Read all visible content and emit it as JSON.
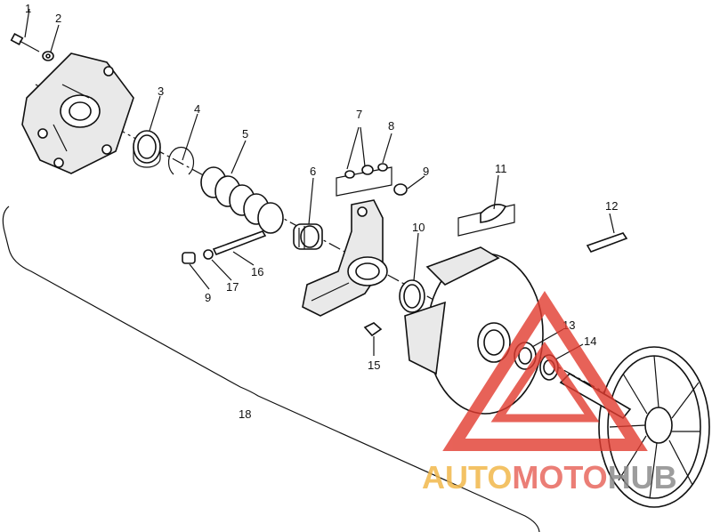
{
  "callouts": {
    "c1": "1",
    "c2": "2",
    "c3": "3",
    "c4": "4",
    "c5": "5",
    "c6": "6",
    "c7": "7",
    "c8": "8",
    "c9a": "9",
    "c9b": "9",
    "c10": "10",
    "c11": "11",
    "c12": "12",
    "c13": "13",
    "c14": "14",
    "c15": "15",
    "c16": "16",
    "c17": "17",
    "c18": "18"
  },
  "watermark": {
    "part1": "AUTO",
    "part2": "MOTO",
    "part3": "HUB",
    "colors": {
      "auto": "#f2b84b",
      "moto": "#e8685f",
      "hub": "#8c8c8c",
      "triangle": "#e23b2f"
    }
  }
}
